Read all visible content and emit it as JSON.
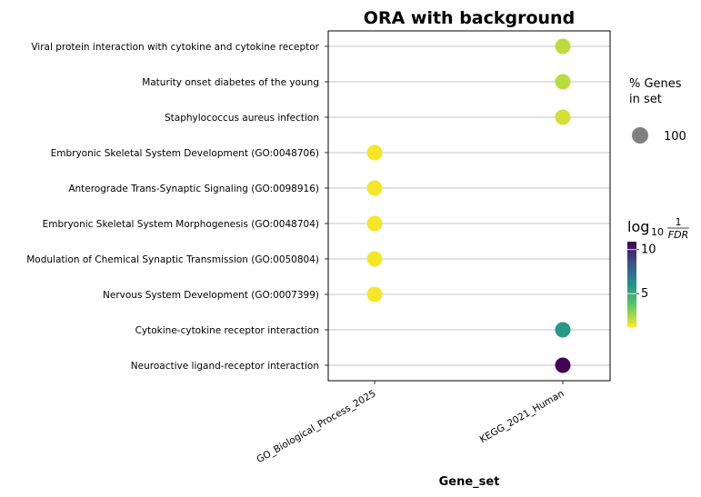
{
  "chart_data": {
    "type": "scatter",
    "title": "ORA with background",
    "xlabel": "Gene_set",
    "ylabel": "",
    "x_categories": [
      "GO_Biological_Process_2025",
      "KEGG_2021_Human"
    ],
    "y_categories": [
      "Viral protein interaction with cytokine and cytokine receptor",
      "Maturity onset diabetes of the young",
      "Staphylococcus aureus infection",
      "Embryonic Skeletal System Development (GO:0048706)",
      "Anterograde Trans-Synaptic Signaling (GO:0098916)",
      "Embryonic Skeletal System Morphogenesis (GO:0048704)",
      "Modulation of Chemical Synaptic Transmission (GO:0050804)",
      "Nervous System Development (GO:0007399)",
      "Cytokine-cytokine receptor interaction",
      "Neuroactive ligand-receptor interaction"
    ],
    "points": [
      {
        "x": "KEGG_2021_Human",
        "y": "Viral protein interaction with cytokine and cytokine receptor",
        "log10_inv_fdr": 2.2,
        "pct_genes": 100
      },
      {
        "x": "KEGG_2021_Human",
        "y": "Maturity onset diabetes of the young",
        "log10_inv_fdr": 2.2,
        "pct_genes": 100
      },
      {
        "x": "KEGG_2021_Human",
        "y": "Staphylococcus aureus infection",
        "log10_inv_fdr": 1.8,
        "pct_genes": 100
      },
      {
        "x": "GO_Biological_Process_2025",
        "y": "Embryonic Skeletal System Development (GO:0048706)",
        "log10_inv_fdr": 1.3,
        "pct_genes": 100
      },
      {
        "x": "GO_Biological_Process_2025",
        "y": "Anterograde Trans-Synaptic Signaling (GO:0098916)",
        "log10_inv_fdr": 1.3,
        "pct_genes": 100
      },
      {
        "x": "GO_Biological_Process_2025",
        "y": "Embryonic Skeletal System Morphogenesis (GO:0048704)",
        "log10_inv_fdr": 1.3,
        "pct_genes": 100
      },
      {
        "x": "GO_Biological_Process_2025",
        "y": "Modulation of Chemical Synaptic Transmission (GO:0050804)",
        "log10_inv_fdr": 1.3,
        "pct_genes": 100
      },
      {
        "x": "GO_Biological_Process_2025",
        "y": "Nervous System Development (GO:0007399)",
        "log10_inv_fdr": 1.3,
        "pct_genes": 100
      },
      {
        "x": "KEGG_2021_Human",
        "y": "Cytokine-cytokine receptor interaction",
        "log10_inv_fdr": 5.8,
        "pct_genes": 100
      },
      {
        "x": "KEGG_2021_Human",
        "y": "Neuroactive ligand-receptor interaction",
        "log10_inv_fdr": 10.8,
        "pct_genes": 100
      }
    ],
    "size_legend": {
      "title_line1": "% Genes",
      "title_line2": "in set",
      "value_label": "100",
      "marker_color": "#808080"
    },
    "colorbar": {
      "title_prefix": "log",
      "title_sub": "10",
      "title_numerator": "1",
      "title_denominator": "FDR",
      "colormap": "viridis",
      "range": [
        1.2,
        10.9
      ],
      "ticks": [
        5,
        10
      ],
      "tick_labels": [
        "5",
        "10"
      ]
    },
    "grid": "horizontal",
    "legend_placement": "right"
  }
}
